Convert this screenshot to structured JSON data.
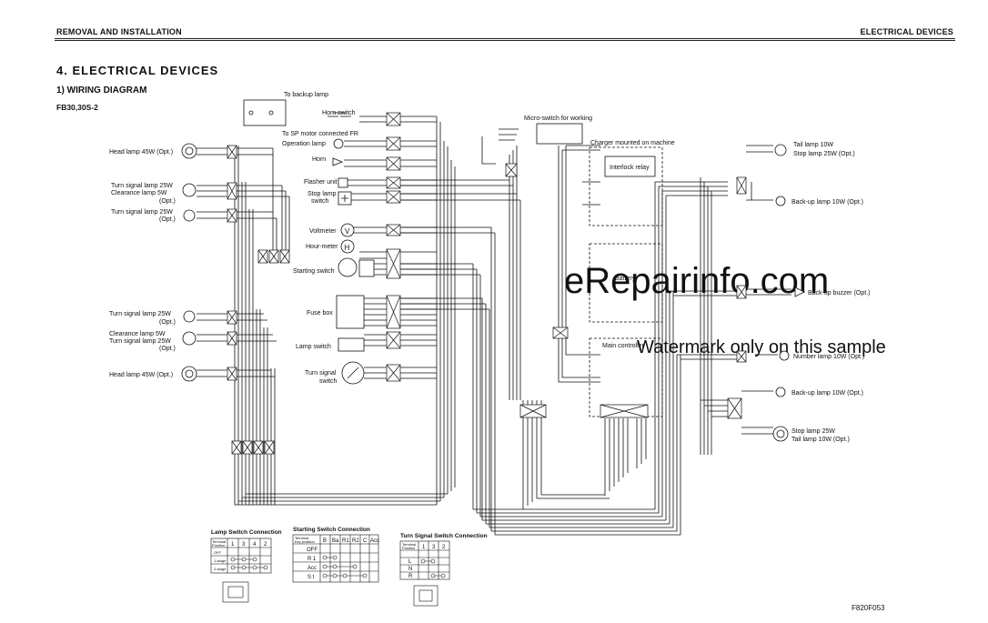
{
  "header": {
    "left": "REMOVAL AND INSTALLATION",
    "right": "ELECTRICAL DEVICES"
  },
  "section_title": "4. ELECTRICAL DEVICES",
  "subsection_title": "1)  WIRING DIAGRAM",
  "model": "FB30,30S-2",
  "figure_code": "F820F053",
  "watermark": {
    "line1": "eRepairinfo.com",
    "line2": "Watermark only on this sample"
  },
  "left_components": {
    "head_lamp_top": "Head lamp 45W (Opt.)",
    "turn_signal_top_1": "Turn signal lamp 25W",
    "clearance_top": "Clearance lamp 5W",
    "opt_1": "(Opt.)",
    "turn_signal_top_2": "Turn signal lamp 25W",
    "opt_2": "(Opt.)",
    "turn_signal_bottom": "Turn signal lamp 25W",
    "opt_3": "(Opt.)",
    "clearance_bottom": "Clearance lamp 5W",
    "turn_signal_bottom_2": "Turn signal lamp 25W",
    "opt_4": "(Opt.)",
    "head_lamp_bottom": "Head lamp 45W (Opt.)"
  },
  "center_components": {
    "to_backup_lamp": "To backup lamp",
    "horn_switch": "Horn switch",
    "to_sp_motor": "To SP motor connected FR",
    "operation_lamp": "Operation lamp",
    "horn": "Horn",
    "flasher_unit": "Flasher unit",
    "stop_lamp_switch_1": "Stop lamp",
    "stop_lamp_switch_2": "switch",
    "voltmeter": "Voltmeter",
    "hour_meter": "Hour-meter",
    "starting_switch": "Starting switch",
    "fuse_box": "Fuse box",
    "lamp_switch": "Lamp switch",
    "turn_signal_switch_1": "Turn signal",
    "turn_signal_switch_2": "switch",
    "micro_switch": "Micro-switch for working",
    "charger": "Charger mounted on machine",
    "interlock_relay": "Interlock relay",
    "battery": "Battery",
    "main_controller": "Main controller"
  },
  "right_components": {
    "tail_lamp_top": "Tail lamp 10W",
    "stop_lamp_top": "Stop lamp 25W (Opt.)",
    "backup_lamp_top": "Back-up lamp 10W (Opt.)",
    "backup_buzzer": "Back-up buzzer (Opt.)",
    "number_lamp": "Number lamp 10W (Opt.)",
    "backup_lamp_bottom": "Back-up lamp 10W (Opt.)",
    "stop_lamp_bottom": "Stop lamp 25W",
    "tail_lamp_bottom": "Tail lamp 10W (Opt.)"
  },
  "lamp_switch_table": {
    "title": "Lamp Switch Connection",
    "corner_top": "Terminal",
    "corner_bottom": "Position",
    "columns": [
      "1",
      "3",
      "4",
      "2"
    ],
    "rows": [
      "OFF",
      "1-stage",
      "2-stage"
    ]
  },
  "starting_switch_table": {
    "title": "Starting Switch Connection",
    "corner_top": "Terminal",
    "corner_bottom": "Key position",
    "columns": [
      "B",
      "Ba",
      "R1",
      "R2",
      "C",
      "Acc"
    ],
    "rows": [
      "OFF",
      "R 1",
      "Acc",
      "S t"
    ]
  },
  "turn_signal_table": {
    "title": "Turn Signal Switch Connection",
    "corner_top": "Terminal",
    "corner_bottom": "Position",
    "columns": [
      "1",
      "3",
      "2"
    ],
    "rows": [
      "",
      "L",
      "N",
      "R"
    ]
  }
}
